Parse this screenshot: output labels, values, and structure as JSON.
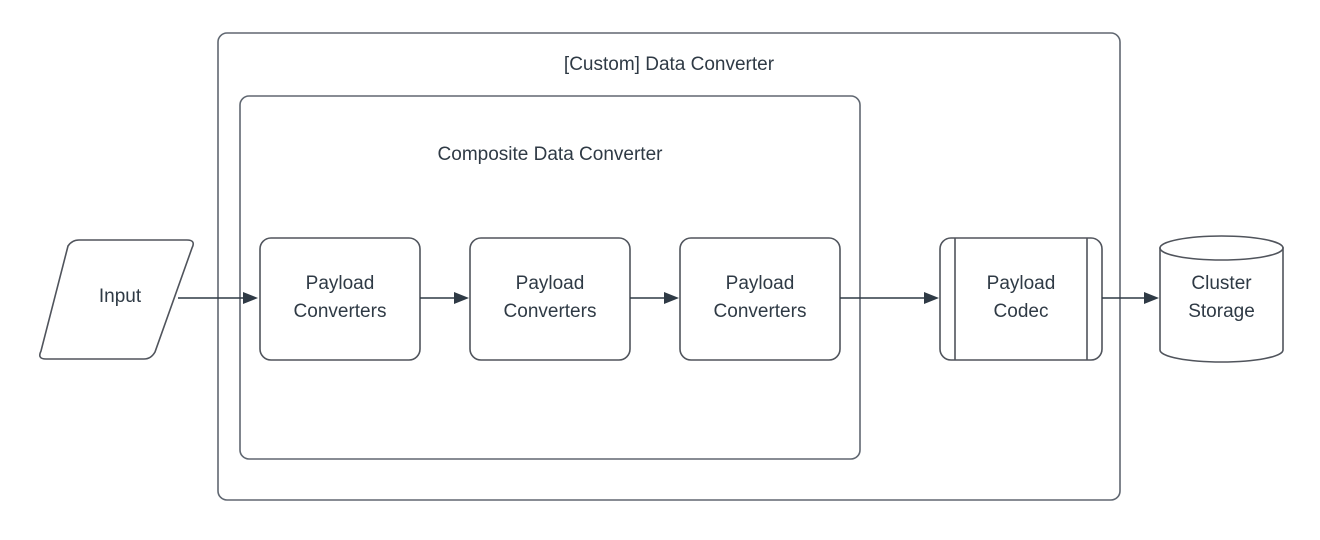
{
  "diagram": {
    "title": "[Custom] Data Converter",
    "background_color": "#ffffff",
    "stroke_color": "#50545c",
    "text_color": "#2f3a45",
    "containers": [
      {
        "id": "custom-data-converter",
        "label": "[Custom] Data Converter",
        "shape": "rounded-rect"
      },
      {
        "id": "composite-data-converter",
        "label": "Composite Data Converter",
        "shape": "rounded-rect"
      }
    ],
    "nodes": [
      {
        "id": "input",
        "label": "Input",
        "shape": "parallelogram"
      },
      {
        "id": "payload-converters-1",
        "label_line1": "Payload",
        "label_line2": "Converters",
        "shape": "rounded-rect"
      },
      {
        "id": "payload-converters-2",
        "label_line1": "Payload",
        "label_line2": "Converters",
        "shape": "rounded-rect"
      },
      {
        "id": "payload-converters-3",
        "label_line1": "Payload",
        "label_line2": "Converters",
        "shape": "rounded-rect"
      },
      {
        "id": "payload-codec",
        "label_line1": "Payload",
        "label_line2": "Codec",
        "shape": "process-subroutine"
      },
      {
        "id": "cluster-storage",
        "label_line1": "Cluster",
        "label_line2": "Storage",
        "shape": "cylinder"
      }
    ],
    "edges": [
      {
        "from": "input",
        "to": "payload-converters-1",
        "arrow": "single"
      },
      {
        "from": "payload-converters-1",
        "to": "payload-converters-2",
        "arrow": "single"
      },
      {
        "from": "payload-converters-2",
        "to": "payload-converters-3",
        "arrow": "single"
      },
      {
        "from": "payload-converters-3",
        "to": "payload-codec",
        "arrow": "single"
      },
      {
        "from": "payload-codec",
        "to": "cluster-storage",
        "arrow": "single"
      }
    ]
  }
}
